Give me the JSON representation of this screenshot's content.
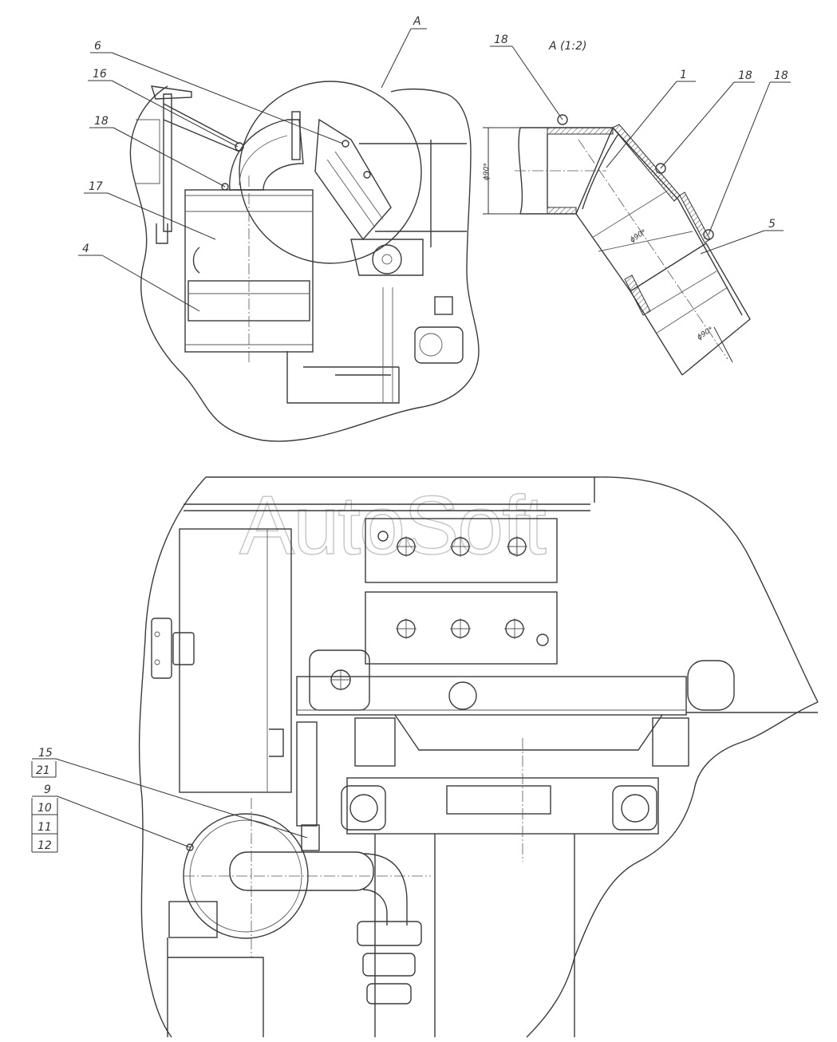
{
  "watermark": "AutoSoft",
  "detail_view": {
    "title": "A (1:2)",
    "diameter_labels": [
      "ϕ90*",
      "ϕ90*",
      "ϕ90*"
    ]
  },
  "callouts": {
    "top": {
      "A": "A",
      "c6": "6",
      "c16": "16",
      "c18": "18",
      "c17": "17",
      "c4": "4"
    },
    "detail": {
      "c18a": "18",
      "c18b": "18",
      "c18c": "18",
      "c1": "1",
      "c5": "5"
    },
    "bottom": {
      "c15": "15",
      "c21": "21",
      "c9": "9",
      "c10": "10",
      "c11": "11",
      "c12": "12"
    }
  },
  "colors": {
    "line": "#3a3a3a",
    "watermark": "#c8c8c8"
  }
}
